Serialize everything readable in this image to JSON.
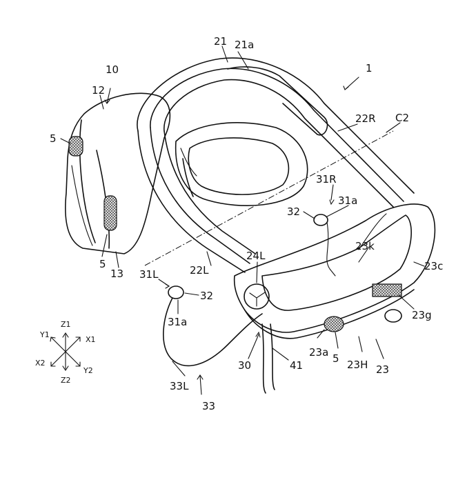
{
  "colors": {
    "line": "#111111",
    "paper": "#ffffff",
    "hatch": "#555555"
  },
  "labels": {
    "l1": "1",
    "l10": "10",
    "l12": "12",
    "l5a": "5",
    "l5b": "5",
    "l5c": "5",
    "l13": "13",
    "l21": "21",
    "l21a": "21a",
    "l22R": "22R",
    "lC2": "C2",
    "l31R": "31R",
    "l31a_r": "31a",
    "l32_r": "32",
    "l23k": "23k",
    "l23c": "23c",
    "l23g": "23g",
    "l24L": "24L",
    "l22L": "22L",
    "l31L": "31L",
    "l32_l": "32",
    "l31a_l": "31a",
    "l23a": "23a",
    "l23H": "23H",
    "l23": "23",
    "l30": "30",
    "l41": "41",
    "l33L": "33L",
    "l33": "33"
  },
  "axes": {
    "z1": "Z1",
    "z2": "Z2",
    "y1": "Y1",
    "y2": "Y2",
    "x1": "X1",
    "x2": "X2"
  }
}
